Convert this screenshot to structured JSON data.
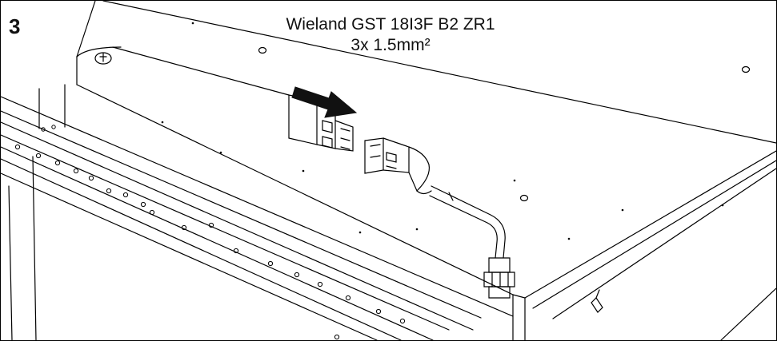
{
  "figure": {
    "step_number": "3",
    "connector_model": "Wieland GST 18I3F B2 ZR1",
    "cable_spec": "3x 1.5mm²"
  },
  "colors": {
    "line": "#000000",
    "arrow": "#111111",
    "background": "#ffffff"
  }
}
